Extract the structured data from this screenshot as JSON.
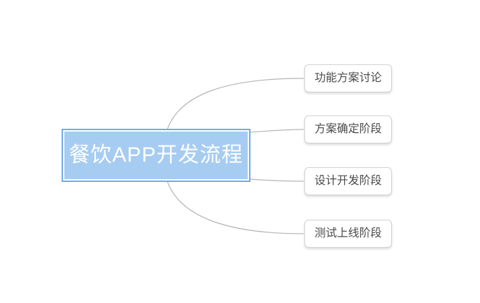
{
  "diagram": {
    "type": "mindmap",
    "root_node": {
      "label": "餐饮APP开发流程",
      "selected": true
    },
    "branches": [
      {
        "label": "功能方案讨论"
      },
      {
        "label": "方案确定阶段"
      },
      {
        "label": "设计开发阶段"
      },
      {
        "label": "测试上线阶段"
      }
    ],
    "colors": {
      "background": "#ffffff",
      "root_fill": "#a6ccf2",
      "root_selection_border": "#6fa9e9",
      "root_inner_border": "#ffffff",
      "root_text": "#ffffff",
      "branch_fill": "#ffffff",
      "branch_border": "#d2d2d2",
      "branch_text": "#4a4a4a",
      "connector": "#b4b4b4"
    }
  }
}
